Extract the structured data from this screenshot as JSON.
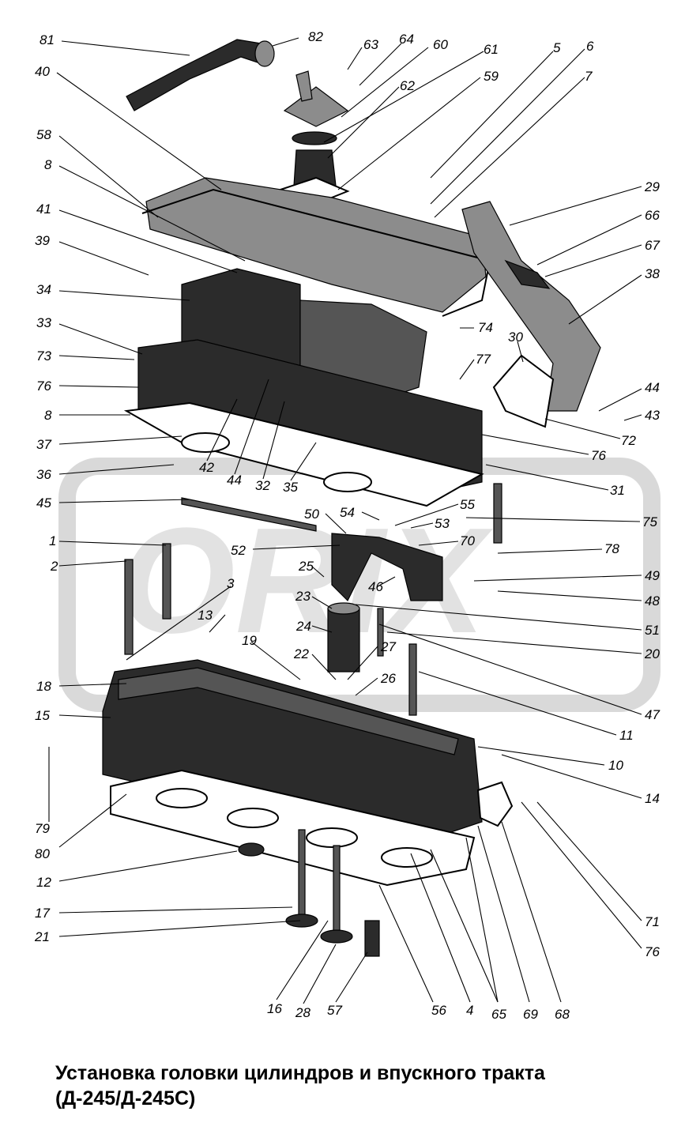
{
  "title_line1": "Установка головки цилиндров и впускного тракта",
  "title_line2": "(Д-245/Д-245С)",
  "watermark": "ORIX",
  "labels": [
    "81",
    "82",
    "63",
    "64",
    "60",
    "61",
    "5",
    "6",
    "7",
    "40",
    "62",
    "59",
    "58",
    "8",
    "29",
    "41",
    "66",
    "67",
    "39",
    "38",
    "34",
    "33",
    "74",
    "73",
    "30",
    "77",
    "76",
    "44",
    "43",
    "8",
    "72",
    "37",
    "76",
    "42",
    "44",
    "32",
    "35",
    "36",
    "31",
    "45",
    "50",
    "54",
    "55",
    "53",
    "75",
    "1",
    "52",
    "70",
    "78",
    "2",
    "25",
    "49",
    "3",
    "46",
    "23",
    "48",
    "13",
    "51",
    "24",
    "19",
    "27",
    "20",
    "22",
    "18",
    "26",
    "47",
    "15",
    "11",
    "10",
    "79",
    "14",
    "80",
    "12",
    "71",
    "17",
    "21",
    "76",
    "16",
    "28",
    "57",
    "56",
    "4",
    "65",
    "69",
    "68"
  ]
}
